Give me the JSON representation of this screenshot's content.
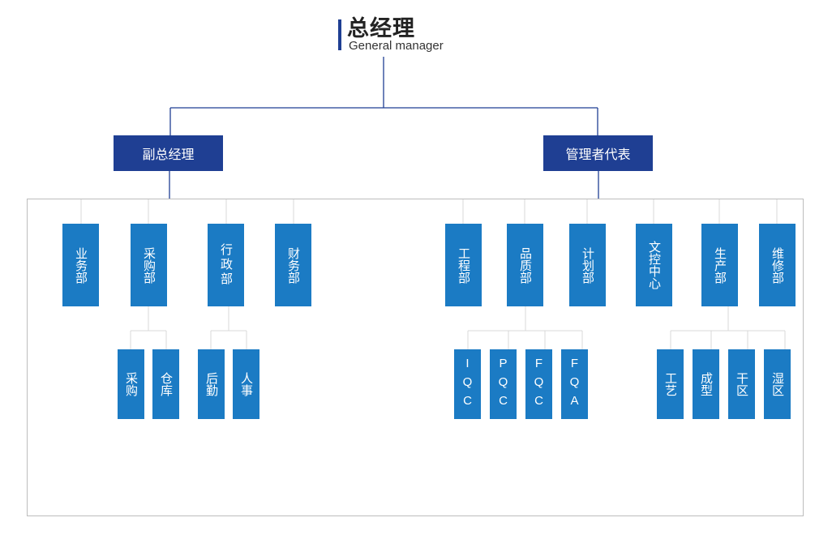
{
  "top": {
    "title": "总经理",
    "subtitle": "General manager"
  },
  "level2": [
    {
      "label": "副总经理"
    },
    {
      "label": "管理者代表"
    }
  ],
  "departments": [
    {
      "label": "业务部"
    },
    {
      "label": "采购部"
    },
    {
      "label": "行政部"
    },
    {
      "label": "财务部"
    },
    {
      "label": "工程部"
    },
    {
      "label": "品质部"
    },
    {
      "label": "计划部"
    },
    {
      "label": "文控中心"
    },
    {
      "label": "生产部"
    },
    {
      "label": "维修部"
    }
  ],
  "sub_units": {
    "purchasing": [
      {
        "label": "采购"
      },
      {
        "label": "仓库"
      }
    ],
    "admin": [
      {
        "label": "后勤"
      },
      {
        "label": "人事"
      }
    ],
    "quality": [
      {
        "label": "IQC"
      },
      {
        "label": "PQC"
      },
      {
        "label": "FQC"
      },
      {
        "label": "FQA"
      }
    ],
    "production": [
      {
        "label": "工艺"
      },
      {
        "label": "成型"
      },
      {
        "label": "干区"
      },
      {
        "label": "湿区"
      }
    ]
  },
  "colors": {
    "level2_bg": "#1f3f93",
    "dept_bg": "#1b7bc4",
    "line": "#1f3f93",
    "light_line": "#d9d9d9"
  }
}
